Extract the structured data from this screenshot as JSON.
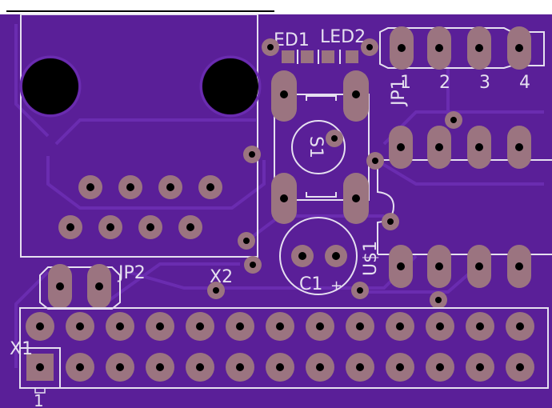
{
  "colors": {
    "board": "#5a1f98",
    "trace": "#6a2cb0",
    "silk": "#e6e0f0",
    "pad": "#9b7480",
    "drill": "#000000"
  },
  "labels": {
    "led1": "ED1",
    "led2": "LED2",
    "jp1": "JP1",
    "jp1_pins": [
      "1",
      "2",
      "3",
      "4"
    ],
    "s1": "S1",
    "u1": "U$1",
    "c1": "C1",
    "c1_polarity": "+",
    "jp2": "JP2",
    "x2": "X2",
    "x1": "X1",
    "x1_pin": "1"
  }
}
